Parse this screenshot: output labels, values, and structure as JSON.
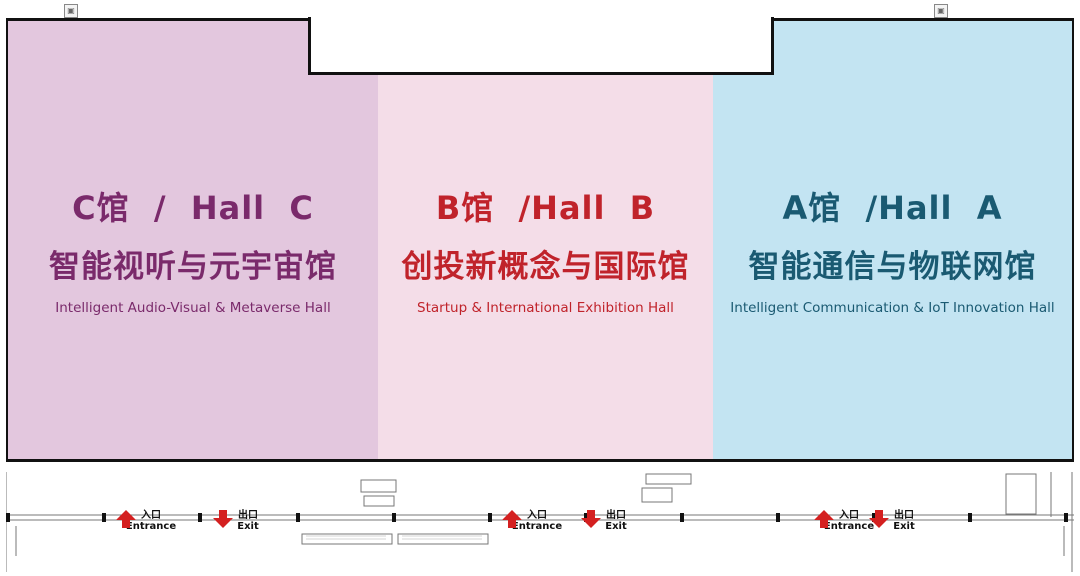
{
  "halls": [
    {
      "id": "C",
      "title": "C馆  /  Hall  C",
      "name_cn": "智能视听与元宇宙馆",
      "name_en": "Intelligent  Audio-Visual  &  Metaverse  Hall",
      "bg_color": "#e3c7de",
      "title_color": "#7a2a6b"
    },
    {
      "id": "B",
      "title": "B馆  /Hall  B",
      "name_cn": "创投新概念与国际馆",
      "name_en": "Startup  &  International  Exhibition  Hall",
      "bg_color": "#f4dde8",
      "title_color": "#c0232b"
    },
    {
      "id": "A",
      "title": "A馆  /Hall  A",
      "name_cn": "智能通信与物联网馆",
      "name_en": "Intelligent  Communication   &  IoT  Innovation  Hall",
      "bg_color": "#c3e4f2",
      "title_color": "#1a5a72"
    }
  ],
  "doors": [
    {
      "type": "entrance",
      "label_cn": "入口",
      "label_en": "Entrance"
    },
    {
      "type": "exit",
      "label_cn": "出口",
      "label_en": "Exit"
    },
    {
      "type": "entrance",
      "label_cn": "入口",
      "label_en": "Entrance"
    },
    {
      "type": "exit",
      "label_cn": "出口",
      "label_en": "Exit"
    },
    {
      "type": "entrance",
      "label_cn": "入口",
      "label_en": "Entrance"
    },
    {
      "type": "exit",
      "label_cn": "出口",
      "label_en": "Exit"
    }
  ],
  "colors": {
    "arrow": "#d42020",
    "outline": "#111111"
  },
  "icons": [
    "map-marker-icon",
    "map-marker-icon"
  ]
}
